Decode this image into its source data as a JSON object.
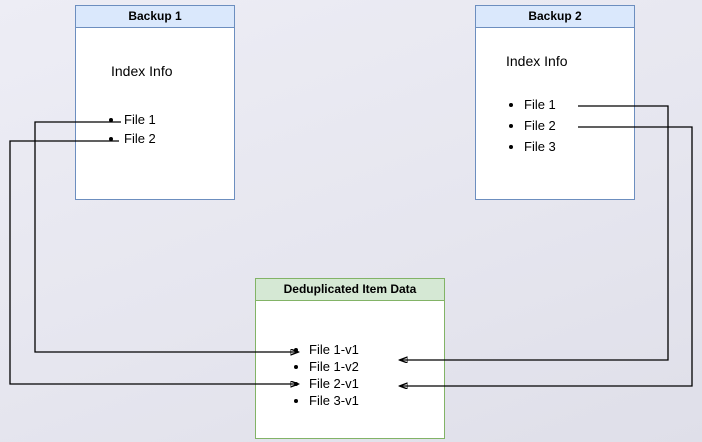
{
  "diagram": {
    "nodes": {
      "backup1": {
        "title": "Backup 1",
        "body_label": "Index Info",
        "items": [
          "File 1",
          "File 2"
        ]
      },
      "backup2": {
        "title": "Backup 2",
        "body_label": "Index Info",
        "items": [
          "File 1",
          "File 2",
          "File 3"
        ]
      },
      "dedup": {
        "title": "Deduplicated Item Data",
        "items": [
          "File 1-v1",
          "File 1-v2",
          "File 2-v1",
          "File 3-v1"
        ]
      }
    },
    "connections": [
      {
        "from": "backup1 / File 1",
        "to": "dedup / File 1-v1"
      },
      {
        "from": "backup1 / File 2",
        "to": "dedup / File 2-v1"
      },
      {
        "from": "backup2 / File 1",
        "to": "dedup / File 1-v2"
      },
      {
        "from": "backup2 / File 2",
        "to": "dedup / File 2-v1"
      }
    ],
    "colors": {
      "background": "#e7e7f0",
      "blue_header_fill": "#dae8fc",
      "blue_border": "#6c8ebf",
      "green_header_fill": "#d5e8d4",
      "green_border": "#82b366",
      "arrow": "#000000"
    }
  }
}
